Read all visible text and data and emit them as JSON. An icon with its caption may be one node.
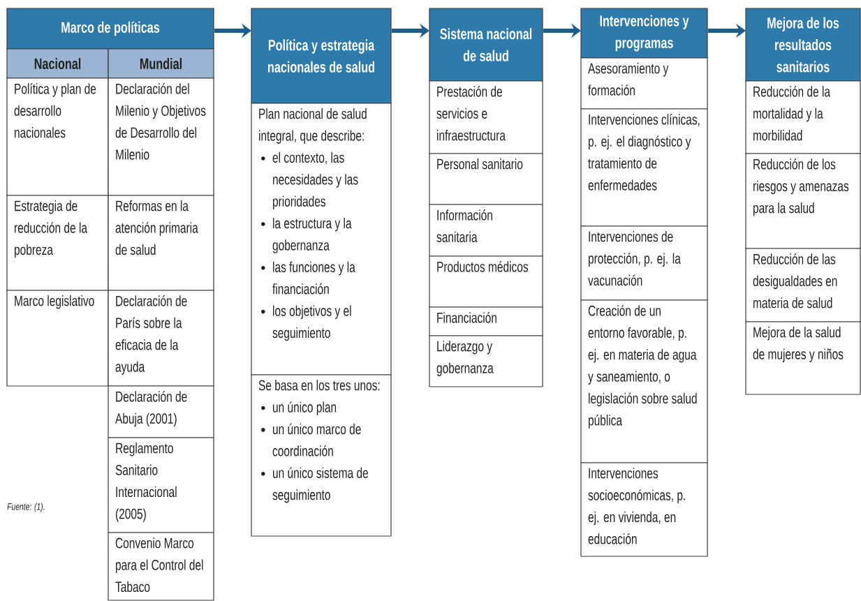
{
  "diagram": {
    "nodes": [
      {
        "text": [
          "Marco de políticas"
        ]
      },
      {
        "text": [
          "Nacional"
        ]
      },
      {
        "text": [
          "Mundial"
        ]
      },
      {
        "text": [
          "Política y plan de desarrollo nacionales"
        ]
      },
      {
        "text": [
          "Declaración del Milenio y Objetivos de Desarrollo del Milenio"
        ]
      },
      {
        "text": [
          "Estrategia de reducción de la pobreza"
        ]
      },
      {
        "text": [
          "Reformas en la atención primaria de salud"
        ]
      },
      {
        "text": [
          "Marco legislativo"
        ]
      },
      {
        "text": [
          "Declaración de París sobre la eficacia de la ayuda"
        ]
      },
      {
        "text": [
          "Declaración de Abuja (2001)"
        ]
      },
      {
        "text": [
          "Reglamento Sanitario Internacional (2005)"
        ]
      },
      {
        "text": [
          "Convenio Marco para el Control del Tabaco"
        ]
      },
      {
        "text": [
          "Política y estrategia nacionales de salud"
        ]
      },
      {
        "text": [
          "Plan nacional de salud integral, que describe:",
          "el contexto, las necesidades y las prioridades",
          "la estructura y la gobernanza",
          "las funciones y la financiación",
          "los objetivos y el seguimiento"
        ]
      },
      {
        "text": [
          "Se basa en los tres unos:",
          "un único plan",
          "un único marco de coordinación",
          "un único sistema de seguimiento"
        ]
      },
      {
        "text": [
          "Sistema nacional de salud"
        ]
      },
      {
        "text": [
          "Prestación de servicios e infraestructura"
        ]
      },
      {
        "text": [
          "Personal sanitario"
        ]
      },
      {
        "text": [
          "Información sanitaria"
        ]
      },
      {
        "text": [
          "Productos médicos"
        ]
      },
      {
        "text": [
          "Financiación"
        ]
      },
      {
        "text": [
          "Liderazgo y gobernanza"
        ]
      },
      {
        "text": [
          "Intervenciones y programas"
        ]
      },
      {
        "text": [
          "Asesoramiento y formación"
        ]
      },
      {
        "text": [
          "Intervenciones clínicas, p. ej. el diagnóstico y tratamiento de enfermedades"
        ]
      },
      {
        "text": [
          "Intervenciones de protección, p. ej. la vacunación"
        ]
      },
      {
        "text": [
          "Creación de un entorno favorable, p. ej. en materia de agua y saneamiento, o legislación sobre salud pública"
        ]
      },
      {
        "text": [
          "Intervenciones socioeconómicas, p. ej. en vivienda, en educación"
        ]
      },
      {
        "text": [
          "Mejora de los resultados sanitarios"
        ]
      },
      {
        "text": [
          "Reducción de la mortalidad y la morbilidad"
        ]
      },
      {
        "text": [
          "Reducción de los riesgos y amenazas para la salud"
        ]
      },
      {
        "text": [
          "Reducción de las desigualdades en materia de salud"
        ]
      },
      {
        "text": [
          "Mejora de la salud de mujeres y niños"
        ]
      }
    ],
    "edges": [
      {
        "from": 0,
        "to": 12,
        "arrow": "to"
      },
      {
        "from": 12,
        "to": 15,
        "arrow": "to"
      },
      {
        "from": 15,
        "to": 22,
        "arrow": "to"
      },
      {
        "from": 22,
        "to": 28,
        "arrow": "to"
      }
    ],
    "labels": [
      "Fuente: (1)."
    ]
  }
}
